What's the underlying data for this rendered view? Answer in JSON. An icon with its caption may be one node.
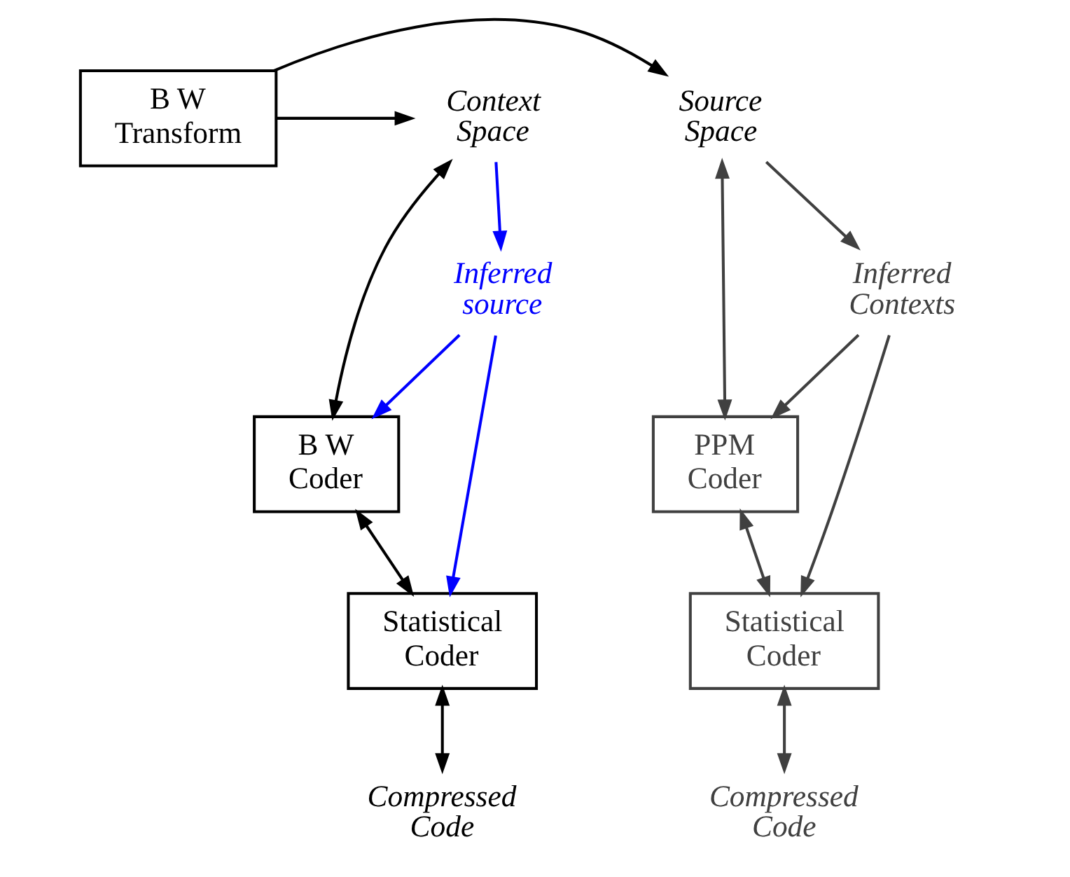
{
  "diagram": {
    "nodes": [
      {
        "text": [
          "B W Transform"
        ]
      },
      {
        "text": [
          "Source Space"
        ]
      },
      {
        "text": [
          "Context Space"
        ]
      },
      {
        "text": [
          "Inferred Contexts"
        ]
      },
      {
        "text": [
          "PPM Coder"
        ]
      },
      {
        "text": [
          "Statistical Coder"
        ]
      },
      {
        "text": [
          "Compressed Code"
        ]
      },
      {
        "text": [
          "Inferred source"
        ]
      },
      {
        "text": [
          "B W Coder"
        ]
      },
      {
        "text": [
          "Statistical Coder"
        ]
      },
      {
        "text": [
          "Compressed Code"
        ]
      }
    ],
    "edges": [
      {
        "from": 0,
        "to": 1,
        "arrow": "to"
      },
      {
        "from": 0,
        "to": 2,
        "arrow": "to"
      },
      {
        "from": 1,
        "to": 4,
        "arrow": "both",
        "color": "#404040"
      },
      {
        "from": 1,
        "to": 3,
        "arrow": "to",
        "color": "#404040"
      },
      {
        "from": 3,
        "to": 4,
        "arrow": "to",
        "color": "#404040"
      },
      {
        "from": 3,
        "to": 5,
        "arrow": "to",
        "color": "#404040"
      },
      {
        "from": 4,
        "to": 5,
        "arrow": "both",
        "color": "#404040"
      },
      {
        "from": 5,
        "to": 6,
        "arrow": "both",
        "color": "#404040"
      },
      {
        "from": 2,
        "to": 8,
        "arrow": "both"
      },
      {
        "from": 2,
        "to": 7,
        "arrow": "to",
        "color": "#0000ff"
      },
      {
        "from": 7,
        "to": 8,
        "arrow": "to",
        "color": "#0000ff"
      },
      {
        "from": 7,
        "to": 9,
        "arrow": "to",
        "color": "#0000ff"
      },
      {
        "from": 8,
        "to": 9,
        "arrow": "both"
      },
      {
        "from": 9,
        "to": 10,
        "arrow": "both"
      }
    ]
  }
}
